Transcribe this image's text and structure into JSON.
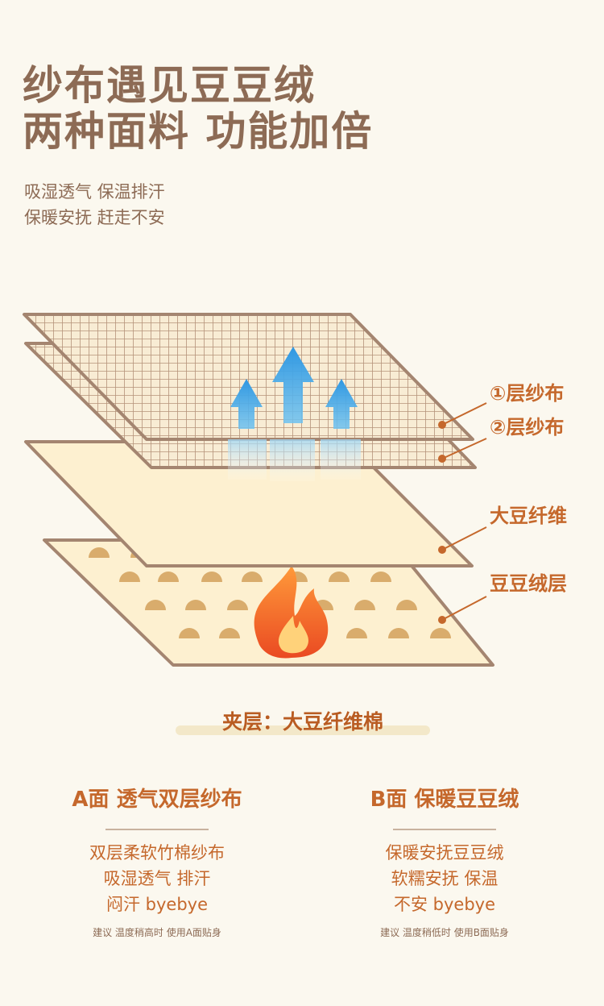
{
  "headline": {
    "line1": "纱布遇见豆豆绒",
    "line2": "两种面料 功能加倍"
  },
  "subline": {
    "line1": "吸湿透气 保温排汗",
    "line2": "保暖安抚 赶走不安"
  },
  "layers": [
    {
      "label": "①层纱布"
    },
    {
      "label": "②层纱布"
    },
    {
      "label": "大豆纤维"
    },
    {
      "label": "豆豆绒层"
    }
  ],
  "interlayer": "夹层：大豆纤维棉",
  "side_a": {
    "title": "A面  透气双层纱布",
    "lines": [
      "双层柔软竹棉纱布",
      "吸湿透气 排汗",
      "闷汗 byebye"
    ],
    "note": "建议 温度稍高时 使用A面贴身"
  },
  "side_b": {
    "title": "B面  保暖豆豆绒",
    "lines": [
      "保暖安抚豆豆绒",
      "软糯安抚 保温",
      "不安 byebye"
    ],
    "note": "建议 温度稍低时 使用B面贴身"
  },
  "colors": {
    "background": "#fbf8ef",
    "headline": "#8d6b55",
    "accent": "#c5682c",
    "layer_fill": "#fdf0d0",
    "layer_edge": "#a48570",
    "dot": "#d9ac6c",
    "arrow": "#3a9ee4",
    "flame": "#f2652a"
  }
}
